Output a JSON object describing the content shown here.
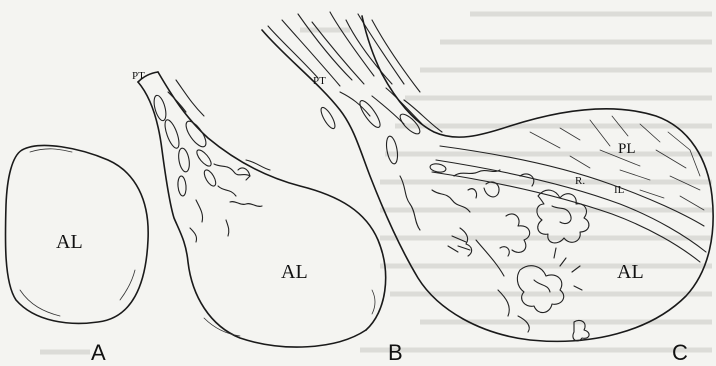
{
  "panels": [
    {
      "letter": "A",
      "labels": {
        "al": "AL"
      }
    },
    {
      "letter": "B",
      "labels": {
        "pt": "PT",
        "al": "AL"
      }
    },
    {
      "letter": "C",
      "labels": {
        "pt": "PT",
        "pl": "PL",
        "r": "R.",
        "il": "IL",
        "al": "AL"
      }
    }
  ]
}
